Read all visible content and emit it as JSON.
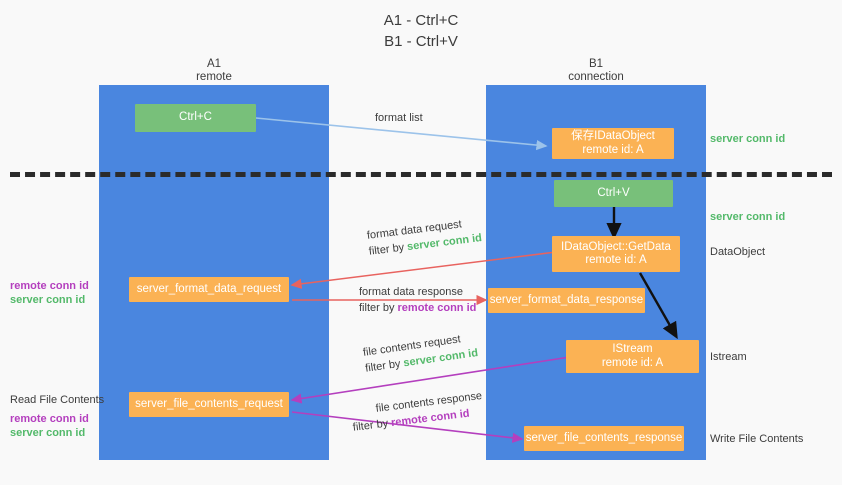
{
  "title": {
    "line1": "A1 - Ctrl+C",
    "line2": "B1 - Ctrl+V"
  },
  "colors": {
    "lane": "#4a86df",
    "green_box": "#78c07a",
    "orange_box": "#fbb254",
    "server_conn_id": "#53b96a",
    "remote_conn_id": "#b43fbe",
    "arrow_blue": "#9cc3ea",
    "arrow_red": "#e8635f",
    "arrow_magenta": "#b43fbe",
    "arrow_black": "#111111",
    "background": "#f9f9f9"
  },
  "columns": [
    {
      "name": "A1",
      "sub": "remote"
    },
    {
      "name": "B1",
      "sub": "connection"
    }
  ],
  "boxes": {
    "ctrl_c": {
      "l1": "Ctrl+C",
      "l2": ""
    },
    "save_idataobject": {
      "l1": "保存IDataObject",
      "l2": "remote id: A"
    },
    "ctrl_v": {
      "l1": "Ctrl+V",
      "l2": ""
    },
    "getdata": {
      "l1": "IDataObject::GetData",
      "l2": "remote id: A"
    },
    "istream": {
      "l1": "IStream",
      "l2": "remote id: A"
    },
    "server_format_data_request": {
      "l1": "server_format_data_request",
      "l2": ""
    },
    "server_format_data_response": {
      "l1": "server_format_data_response",
      "l2": ""
    },
    "server_file_contents_request": {
      "l1": "server_file_contents_request",
      "l2": ""
    },
    "server_file_contents_response": {
      "l1": "server_file_contents_response",
      "l2": ""
    }
  },
  "captions": {
    "format_list": "format list",
    "format_data_request": {
      "line1": "format data request",
      "filter_prefix": "filter by ",
      "filter_key": "server conn id"
    },
    "format_data_response": {
      "line1": "format data response",
      "filter_prefix": "filter by ",
      "filter_key": "remote conn id"
    },
    "file_contents_request": {
      "line1": "file contents request",
      "filter_prefix": "filter by ",
      "filter_key": "server conn id"
    },
    "file_contents_response": {
      "line1": "file contents response",
      "filter_prefix": "filter by ",
      "filter_key": "remote conn id"
    }
  },
  "side_labels": {
    "right_top_server_conn_id": "server conn id",
    "right_mid_server_conn_id": "server conn id",
    "right_dataobject": "DataObject",
    "right_istream": "Istream",
    "right_write_file_contents": "Write File Contents",
    "left_remote_conn_id_1": "remote conn id",
    "left_server_conn_id_1": "server conn id",
    "left_read_file_contents": "Read File Contents",
    "left_remote_conn_id_2": "remote conn id",
    "left_server_conn_id_2": "server conn id"
  }
}
